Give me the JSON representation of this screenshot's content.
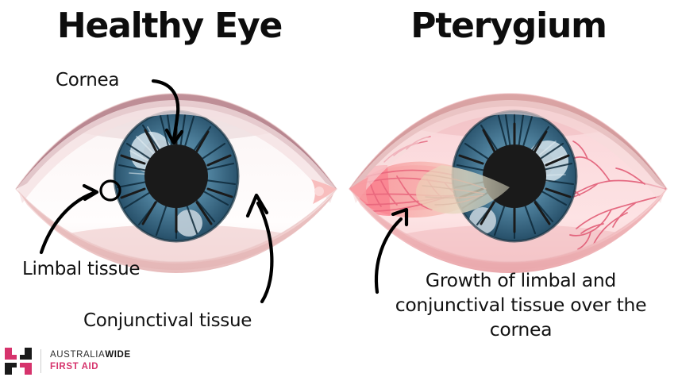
{
  "meta": {
    "background": "#ffffff",
    "title_color": "#0d0d0d",
    "label_color": "#121212"
  },
  "panels": [
    {
      "id": "healthy",
      "title": "Healthy Eye",
      "labels": [
        {
          "id": "cornea",
          "text": "Cornea"
        },
        {
          "id": "limbal",
          "text": "Limbal tissue"
        },
        {
          "id": "conjunctival",
          "text": "Conjunctival tissue"
        }
      ]
    },
    {
      "id": "pterygium",
      "title": "Pterygium",
      "labels": [
        {
          "id": "growth",
          "text": "Growth of limbal and conjunctival tissue over the cornea"
        }
      ]
    }
  ],
  "logo": {
    "name": "australia-wide-first-aid",
    "line1_a": "AUSTRALIA",
    "line1_b": "WIDE",
    "line2": "FIRST AID",
    "mark_color_pink": "#d6336c",
    "mark_color_black": "#1a1a1a",
    "text_color": "#2e2e2e",
    "accent_color": "#d6336c"
  },
  "illustration": {
    "eyelid_upper": "#b5838d",
    "eyelid_lower": "#f2c9c9",
    "sclera_healthy": "#fbf3f3",
    "sclera_pterygium": "#fbd3d6",
    "iris_outer": "#1f4459",
    "iris_inner": "#5d93ae",
    "pupil": "#1a1a1a",
    "vessel": "#e05570",
    "pterygium_tissue": "#f59a9a",
    "highlight": "#d9e6ee"
  }
}
